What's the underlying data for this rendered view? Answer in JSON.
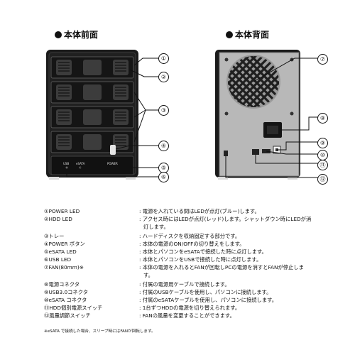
{
  "front_title": "本体前面",
  "back_title": "本体背面",
  "callouts_front": [
    "①",
    "②",
    "③",
    "④",
    "⑤",
    "⑥"
  ],
  "callouts_back": [
    "⑦",
    "⑧",
    "⑨",
    "⑩",
    "⑪",
    "⑫"
  ],
  "front_panel_labels": {
    "usb": "USB",
    "esata": "eSATA",
    "power": "POWER"
  },
  "items": [
    {
      "label": "①POWER LED",
      "text": ": 電源を入れている間はLEDが点灯(ブルー)します。"
    },
    {
      "label": "②HDD LED",
      "text": ": アクセス時にはLEDが点灯(レッド)します。シャットダウン時にLEDが消"
    },
    {
      "label": "",
      "text": "灯します。"
    },
    {
      "label": "③トレー",
      "text": ": ハードディスクを収納固定する部分です。"
    },
    {
      "label": "④POWER ボタン",
      "text": ": 本体の電源のON/OFFの切り替えをします。"
    },
    {
      "label": "⑤eSATA LED",
      "text": ": 本体とパソコンをeSATAで接続した時に点灯します。"
    },
    {
      "label": "⑥USB LED",
      "text": ": 本体とパソコンをUSBで接続した時に点灯します。"
    },
    {
      "label": "⑦FAN(80mm)※",
      "text": ": 本体の電源を入れるとFANが回転しPCの電源を消すとFANが停止しま"
    },
    {
      "label": "",
      "text": "す。"
    },
    {
      "label": "⑧電源コネクタ",
      "text": ": 付属の電源用ケーブルで接続します。"
    },
    {
      "label": "⑨USB3.0コネクタ",
      "text": ": 付属のUSBケーブルを使用し、パソコンに接続します。"
    },
    {
      "label": "⑩eSATA コネクタ",
      "text": ": 付属のeSATAケーブルを使用し、パソコンに接続します。"
    },
    {
      "label": "⑪HDD個別電源スイッチ",
      "text": ": 1台ずつHDDの電源を切り替えられます。"
    },
    {
      "label": "⑫風量調節スイッチ",
      "text": ": FANの風量を変更することができます。"
    }
  ],
  "footnote": "※eSATA で接続した場合、スリープ時にはFANが回転します。",
  "colors": {
    "case": "#1b1b1b",
    "back_panel": "#b8b8b8",
    "accent": "#111111"
  }
}
